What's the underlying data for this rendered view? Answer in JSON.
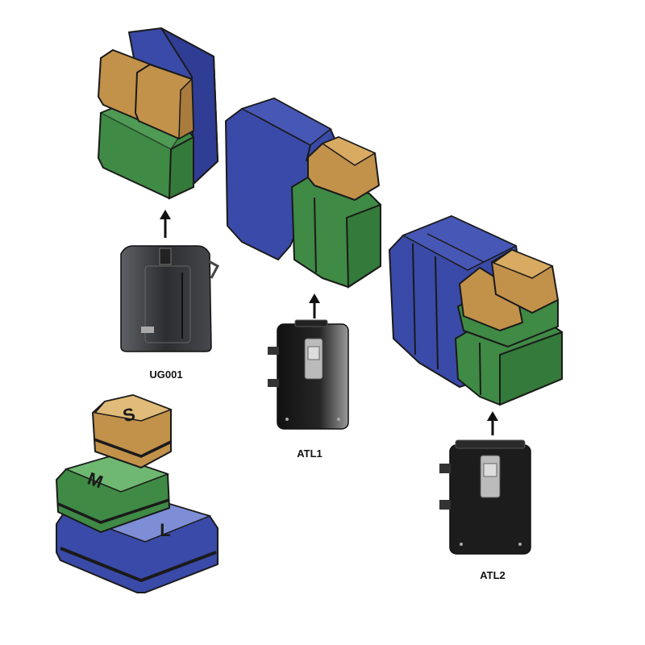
{
  "colors": {
    "blue": "#3a4aa8",
    "blue_top": "#5566c0",
    "green": "#3f8a45",
    "green_top": "#5aa55e",
    "tan": "#c2914a",
    "tan_top": "#d8aa62",
    "outline": "#1a1a1a",
    "case": "#1c1c1c",
    "bag": "#2a2c2e"
  },
  "products": [
    {
      "id": "ug001",
      "label": "UG001",
      "image": "dry-bag-icon"
    },
    {
      "id": "atl1",
      "label": "ATL1",
      "image": "aluminum-pannier-icon"
    },
    {
      "id": "atl2",
      "label": "ATL2",
      "image": "aluminum-pannier-icon"
    }
  ],
  "legend": {
    "sizes": [
      {
        "letter": "S",
        "color": "tan"
      },
      {
        "letter": "M",
        "color": "green"
      },
      {
        "letter": "L",
        "color": "blue"
      }
    ]
  }
}
